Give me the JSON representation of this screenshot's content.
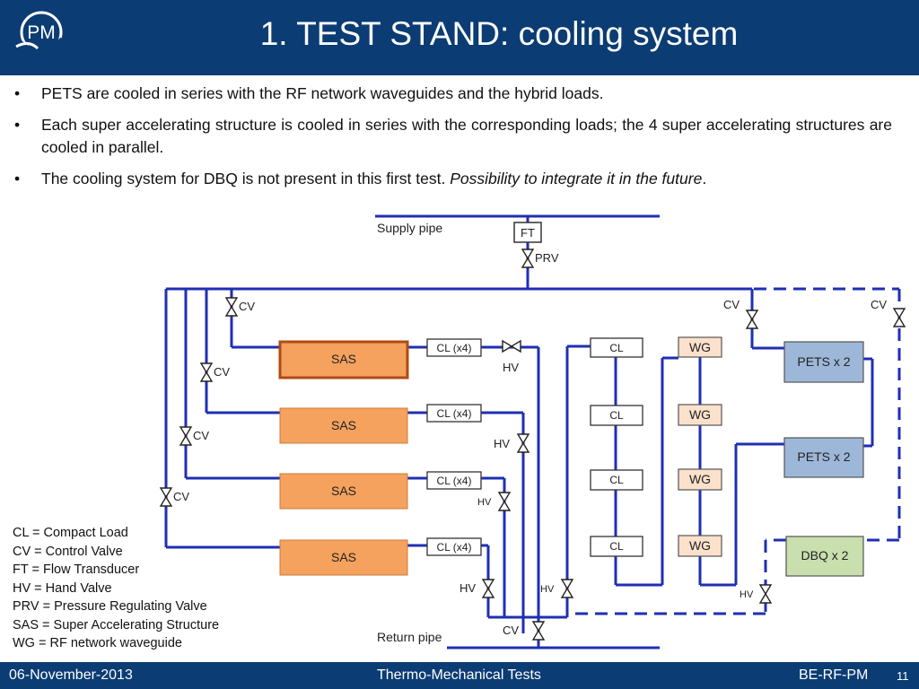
{
  "header": {
    "logo_text": "PM",
    "title": "1. TEST STAND: cooling system"
  },
  "bullets": [
    "PETS are cooled in series with the RF network waveguides and the hybrid loads.",
    "Each super accelerating structure is cooled in series with the corresponding loads; the 4 super accelerating structures are cooled in parallel.",
    "The cooling system for DBQ is not present in this first test.",
    "Possibility to integrate it in the future",
    "."
  ],
  "diagram": {
    "supply_pipe": "Supply pipe",
    "return_pipe": "Return pipe",
    "ft": "FT",
    "prv": "PRV",
    "cv": "CV",
    "hv": "HV",
    "sas": "SAS",
    "cl_x4": "CL (x4)",
    "cl": "CL",
    "wg": "WG",
    "pets": "PETS x 2",
    "dbq": "DBQ x 2",
    "colors": {
      "pipe": "#1f2fb3",
      "sas_fill": "#f4a25d",
      "wg_fill": "#fbe1cc",
      "pets_fill": "#9db7d8",
      "dbq_fill": "#c9dfae"
    }
  },
  "legend": [
    "CL = Compact Load",
    "CV = Control Valve",
    "FT = Flow Transducer",
    "HV = Hand Valve",
    "PRV = Pressure Regulating Valve",
    "SAS = Super Accelerating Structure",
    "WG = RF network waveguide"
  ],
  "footer": {
    "date": "06-November-2013",
    "center": "Thermo-Mechanical Tests",
    "right": "BE-RF-PM",
    "page": "11"
  }
}
